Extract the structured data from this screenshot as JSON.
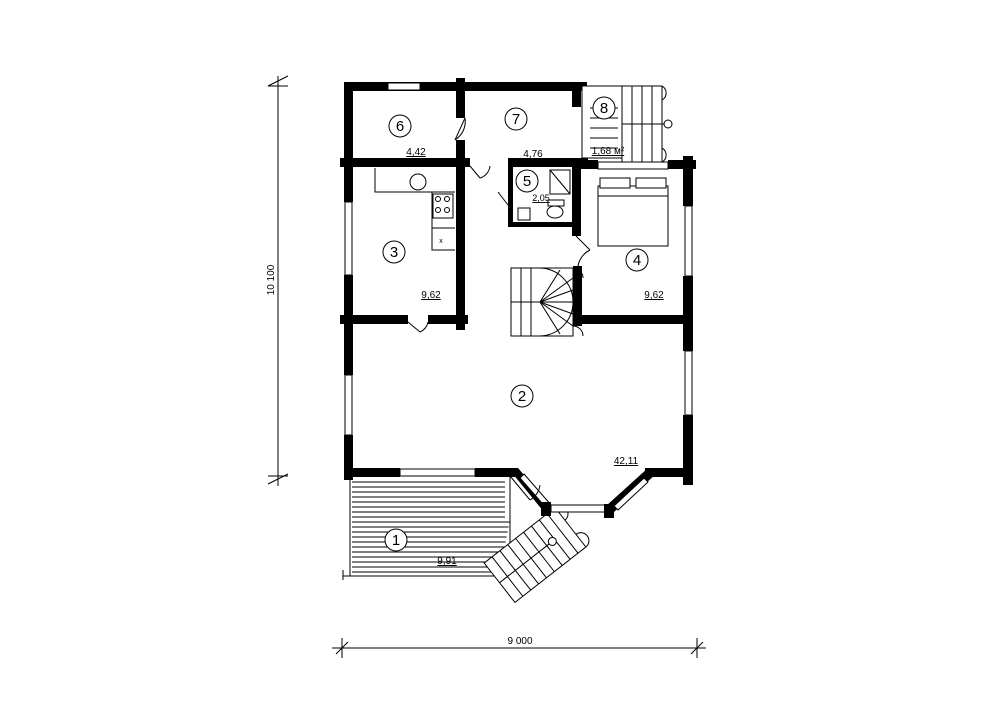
{
  "dimensions": {
    "width_label": "9 000",
    "height_label": "10 100"
  },
  "rooms": [
    {
      "number": "1",
      "area": "9,91"
    },
    {
      "number": "2",
      "area": "42,11"
    },
    {
      "number": "3",
      "area": "9,62"
    },
    {
      "number": "4",
      "area": "9,62"
    },
    {
      "number": "5",
      "area": "2,05"
    },
    {
      "number": "6",
      "area": "4,42"
    },
    {
      "number": "7",
      "area": "4,76"
    },
    {
      "number": "8",
      "area": "1,68 м²"
    }
  ],
  "fixtures": {
    "sink_mark": "x"
  }
}
